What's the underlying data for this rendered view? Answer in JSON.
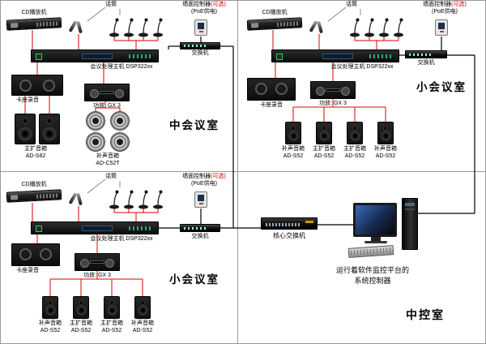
{
  "rooms": {
    "tl": {
      "name": "中会议室",
      "cd": "CD播放机",
      "mic": "话筒",
      "wall_ctrl": "墙面控制器",
      "wall_ctrl_opt": "(可选)",
      "wall_ctrl_poe": "(PoE供电)",
      "switch": "交换机",
      "dsp": "会议处理主机 DSP322xx",
      "recorder": "卡座录音",
      "amp": "功放: GX 3",
      "main_spk_label": "主扩音箱",
      "main_spk_model": "AD-S82",
      "ceil_spk_label": "补声音箱",
      "ceil_spk_model": "AD-C52T"
    },
    "tr": {
      "name": "小会议室",
      "cd": "CD播放机",
      "mic": "话筒",
      "wall_ctrl": "墙面控制器",
      "wall_ctrl_opt": "(可选)",
      "wall_ctrl_poe": "(PoE供电)",
      "switch": "交换机",
      "dsp": "会议处理主机 DSP322xx",
      "recorder": "卡座录音",
      "amp": "功放: GX 3",
      "speakers": [
        {
          "label": "补声音箱",
          "model": "AD-S52"
        },
        {
          "label": "主扩音箱",
          "model": "AD-S52"
        },
        {
          "label": "主扩音箱",
          "model": "AD-S52"
        },
        {
          "label": "补声音箱",
          "model": "AD-S52"
        }
      ]
    },
    "bl": {
      "name": "小会议室",
      "cd": "CD播放机",
      "mic": "话筒",
      "wall_ctrl": "墙面控制器",
      "wall_ctrl_opt": "(可选)",
      "wall_ctrl_poe": "(PoE供电)",
      "switch": "交换机",
      "dsp": "会议处理主机 DSP322xx",
      "recorder": "卡座录音",
      "amp": "功放: GX 3",
      "speakers": [
        {
          "label": "补声音箱",
          "model": "AD-S52"
        },
        {
          "label": "主扩音箱",
          "model": "AD-S52"
        },
        {
          "label": "主扩音箱",
          "model": "AD-S52"
        },
        {
          "label": "补声音箱",
          "model": "AD-S52"
        }
      ]
    },
    "cr": {
      "name": "中控室",
      "core_switch": "核心交换机",
      "desc_line1": "运行着软件监控平台的",
      "desc_line2": "系统控制器"
    }
  },
  "colors": {
    "audio_wire": "#dd0000",
    "network_wire": "#000000",
    "optional_text": "#cc0000",
    "frame": "#999999"
  }
}
